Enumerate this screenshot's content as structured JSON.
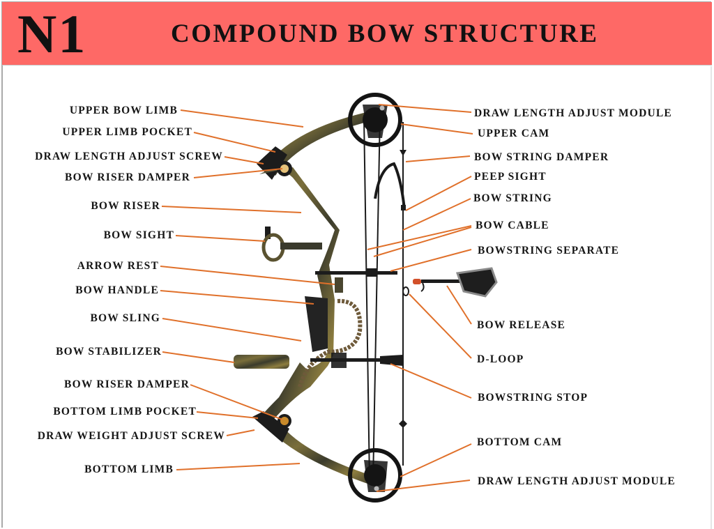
{
  "header": {
    "logo": "N1",
    "title": "COMPOUND BOW STRUCTURE",
    "background_color": "#fe6966"
  },
  "leader_color": "#e0702a",
  "labels_left": [
    {
      "id": "upper-bow-limb",
      "text": "UPPER BOW LIMB"
    },
    {
      "id": "upper-limb-pocket",
      "text": "UPPER LIMB POCKET"
    },
    {
      "id": "draw-length-adjust-screw",
      "text": "DRAW LENGTH ADJUST SCREW"
    },
    {
      "id": "bow-riser-damper-upper",
      "text": "BOW RISER DAMPER"
    },
    {
      "id": "bow-riser",
      "text": "BOW RISER"
    },
    {
      "id": "bow-sight",
      "text": "BOW SIGHT"
    },
    {
      "id": "arrow-rest",
      "text": "ARROW REST"
    },
    {
      "id": "bow-handle",
      "text": "BOW HANDLE"
    },
    {
      "id": "bow-sling",
      "text": "BOW SLING"
    },
    {
      "id": "bow-stabilizer",
      "text": "BOW STABILIZER"
    },
    {
      "id": "bow-riser-damper-lower",
      "text": "BOW RISER DAMPER"
    },
    {
      "id": "bottom-limb-pocket",
      "text": "BOTTOM LIMB POCKET"
    },
    {
      "id": "draw-weight-adjust-screw",
      "text": "DRAW WEIGHT ADJUST SCREW"
    },
    {
      "id": "bottom-limb",
      "text": "BOTTOM LIMB"
    }
  ],
  "labels_right": [
    {
      "id": "draw-length-adjust-module-upper",
      "text": "DRAW LENGTH ADJUST MODULE"
    },
    {
      "id": "upper-cam",
      "text": "UPPER CAM"
    },
    {
      "id": "bow-string-damper",
      "text": "BOW STRING DAMPER"
    },
    {
      "id": "peep-sight",
      "text": "PEEP SIGHT"
    },
    {
      "id": "bow-string",
      "text": "BOW STRING"
    },
    {
      "id": "bow-cable",
      "text": "BOW CABLE"
    },
    {
      "id": "bowstring-separate",
      "text": "BOWSTRING SEPARATE"
    },
    {
      "id": "bow-release",
      "text": "BOW RELEASE"
    },
    {
      "id": "d-loop",
      "text": "D-LOOP"
    },
    {
      "id": "bowstring-stop",
      "text": "BOWSTRING STOP"
    },
    {
      "id": "bottom-cam",
      "text": "BOTTOM CAM"
    },
    {
      "id": "draw-length-adjust-module-lower",
      "text": "DRAW LENGTH ADJUST MODULE"
    }
  ]
}
